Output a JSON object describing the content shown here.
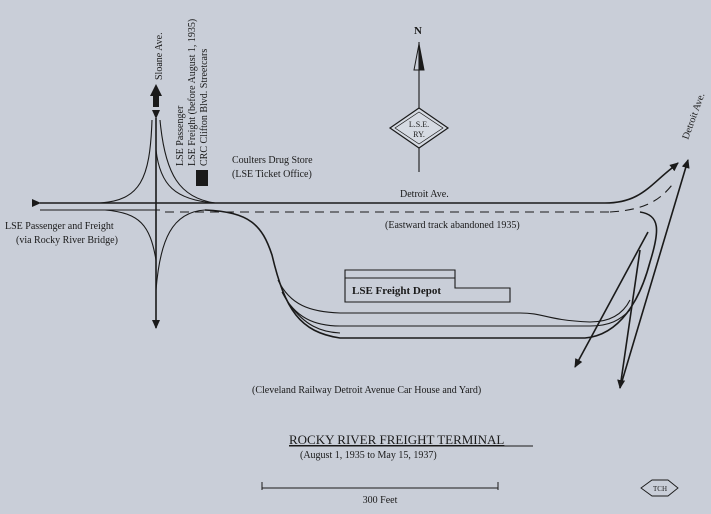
{
  "map": {
    "title": "ROCKY RIVER FREIGHT TERMINAL",
    "subtitle": "(August 1, 1935 to May 15, 1937)",
    "scale_label": "300 Feet",
    "north_label": "N",
    "logo_text_top": "L.S.E.",
    "logo_text_bottom": "RY.",
    "signature": "TCH",
    "labels": {
      "sloane_ave": "Sloane Ave.",
      "lse_passenger": "LSE Passenger",
      "lse_freight_before": "LSE Freight (before August 1, 1935)",
      "crc_clifton": "CRC Clifton Blvd. Streetcars",
      "coulters_line1": "Coulters Drug Store",
      "coulters_line2": "(LSE Ticket Office)",
      "detroit_ave": "Detroit Ave.",
      "detroit_ave_right": "Detroit Ave.",
      "lse_passenger_freight_line1": "LSE Passenger and Freight",
      "lse_passenger_freight_line2": "(via Rocky River Bridge)",
      "eastward_abandoned": "(Eastward track abandoned 1935)",
      "freight_depot": "LSE Freight Depot",
      "car_house": "(Cleveland Railway Detroit Avenue Car House and Yard)"
    },
    "colors": {
      "background": "#c9ced8",
      "ink": "#1a1a1a"
    }
  }
}
